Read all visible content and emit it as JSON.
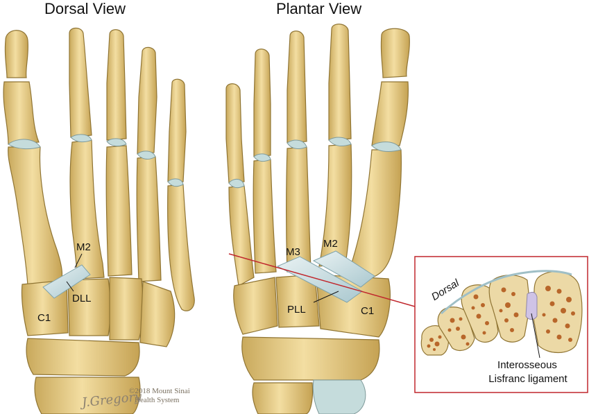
{
  "views": {
    "dorsal_title": "Dorsal View",
    "plantar_title": "Plantar View"
  },
  "dorsal_labels": {
    "m2": "M2",
    "dll": "DLL",
    "c1": "C1"
  },
  "plantar_labels": {
    "m3": "M3",
    "m2": "M2",
    "pll": "PLL",
    "c1": "C1"
  },
  "inset": {
    "dorsal_label": "Dorsal",
    "ligament_line1": "Interosseous",
    "ligament_line2": "Lisfranc ligament",
    "frame_color": "#c0262c"
  },
  "credit": {
    "line1": "©2018 Mount Sinai",
    "line2": "Health System",
    "signature": "J.Gregory"
  },
  "colors": {
    "bone": "#e8cf8c",
    "bone_edge": "#8f7433",
    "cartilage": "#c5dcdc",
    "ligament": "#d6e6ea",
    "marrow": "#b8662a",
    "pointer_line": "#c0262c"
  }
}
